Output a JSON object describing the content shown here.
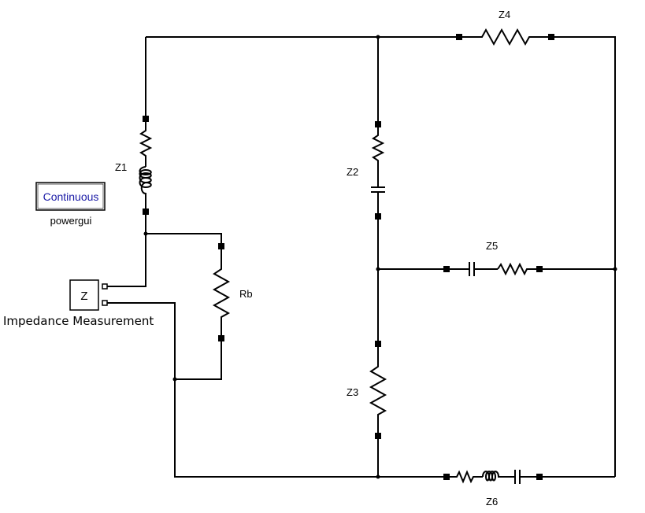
{
  "labels": {
    "z1": "Z1",
    "z2": "Z2",
    "z3": "Z3",
    "z4": "Z4",
    "z5": "Z5",
    "z6": "Z6",
    "rb": "Rb"
  },
  "powergui": {
    "mode": "Continuous",
    "name": "powergui"
  },
  "impedance_block": {
    "symbol": "Z",
    "name": "Impedance Measurement"
  }
}
